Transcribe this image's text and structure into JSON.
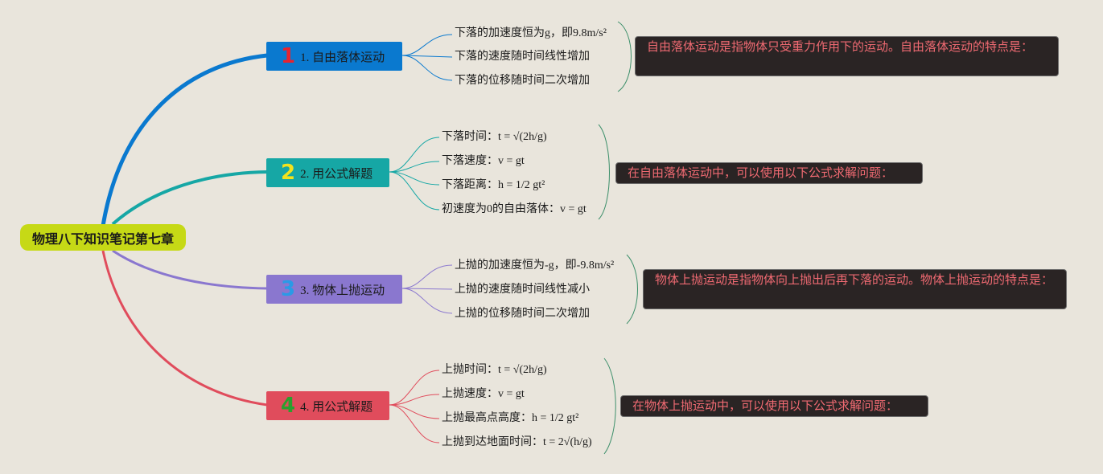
{
  "root": {
    "title": "物理八下知识笔记第七章"
  },
  "colors": {
    "background": "#e9e5dc",
    "root": "#c6d916",
    "branch1": "#0a79cf",
    "branch2": "#16a7a5",
    "branch3": "#8a77cf",
    "branch4": "#e04c5c",
    "note_bg": "#2a2424",
    "note_text": "#f06a72"
  },
  "branches": [
    {
      "number": "1",
      "label": "1. 自由落体运动",
      "items": [
        "下落的加速度恒为g，即9.8m/s²",
        "下落的速度随时间线性增加",
        "下落的位移随时间二次增加"
      ],
      "note": "自由落体运动是指物体只受重力作用下的运动。自由落体运动的特点是：",
      "number_color": "#e8232f"
    },
    {
      "number": "2",
      "label": "2. 用公式解题",
      "items": [
        "下落时间：t = √(2h/g)",
        "下落速度：v = gt",
        "下落距离：h = 1/2 gt²",
        "初速度为0的自由落体：v = gt"
      ],
      "note": "在自由落体运动中，可以使用以下公式求解问题：",
      "number_color": "#f3e21d"
    },
    {
      "number": "3",
      "label": "3. 物体上抛运动",
      "items": [
        "上抛的加速度恒为-g，即-9.8m/s²",
        "上抛的速度随时间线性减小",
        "上抛的位移随时间二次增加"
      ],
      "note": "物体上抛运动是指物体向上抛出后再下落的运动。物体上抛运动的特点是：",
      "number_color": "#2a9ae6"
    },
    {
      "number": "4",
      "label": "4. 用公式解题",
      "items": [
        "上抛时间：t = √(2h/g)",
        "上抛速度：v = gt",
        "上抛最高点高度：h = 1/2 gt²",
        "上抛到达地面时间：t = 2√(h/g)"
      ],
      "note": "在物体上抛运动中，可以使用以下公式求解问题：",
      "number_color": "#2aa02e"
    }
  ]
}
